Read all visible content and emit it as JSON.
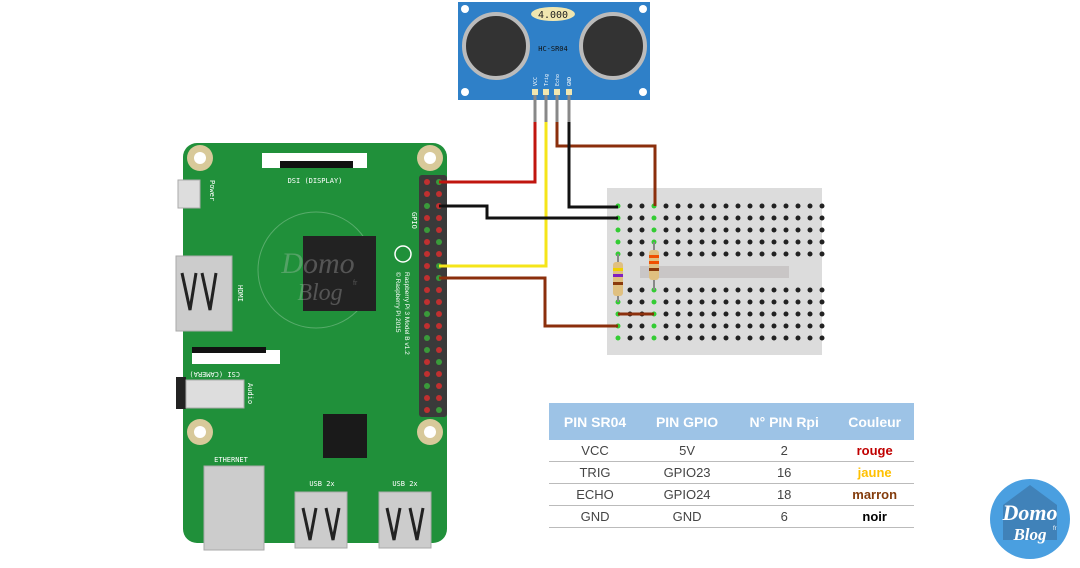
{
  "sensor": {
    "display": "4.000",
    "model": "HC-SR04",
    "pins": [
      "VCC",
      "Trig",
      "Echo",
      "GND"
    ],
    "color": "#2f80c8"
  },
  "raspberry": {
    "labels": {
      "power": "Power",
      "dsi": "DSI (DISPLAY)",
      "csi": "CSI (CAMERA)",
      "hdmi": "HDMI",
      "audio": "Audio",
      "ethernet": "ETHERNET",
      "usb1": "USB 2x",
      "usb2": "USB 2x",
      "gpio": "GPIO",
      "model": "Raspberry Pi 3 Model B v1.2",
      "copyright": "© Raspberry Pi 2015"
    },
    "board_color": "#20903a"
  },
  "watermark": {
    "line1": "Domo",
    "line2": "Blog",
    "suffix": "fr"
  },
  "logo": {
    "line1": "Domo",
    "line2": "Blog",
    "suffix": "fr",
    "color": "#4a9fe0"
  },
  "wires": {
    "vcc": "#c0150f",
    "trig": "#f5e51a",
    "echo": "#8b2f0c",
    "gnd": "#111111"
  },
  "table": {
    "headers": [
      "PIN SR04",
      "PIN GPIO",
      "N° PIN Rpi",
      "Couleur"
    ],
    "header_color": "#9dc3e6",
    "rows": [
      {
        "sr04": "VCC",
        "gpio": "5V",
        "pin": "2",
        "color_name": "rouge",
        "color": "#c00000"
      },
      {
        "sr04": "TRIG",
        "gpio": "GPIO23",
        "pin": "16",
        "color_name": "jaune",
        "color": "#ffc000"
      },
      {
        "sr04": "ECHO",
        "gpio": "GPIO24",
        "pin": "18",
        "color_name": "marron",
        "color": "#843c0c"
      },
      {
        "sr04": "GND",
        "gpio": "GND",
        "pin": "6",
        "color_name": "noir",
        "color": "#000000"
      }
    ]
  }
}
